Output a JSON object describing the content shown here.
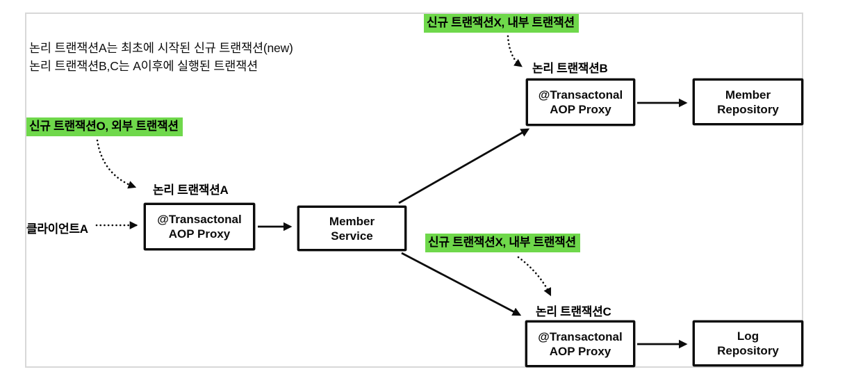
{
  "colors": {
    "highlight_green": "#6fd84b",
    "line_black": "#0c0c0c",
    "frame_gray": "#d8d8d8"
  },
  "notes": {
    "line1": "논리 트랜잭션A는 최초에 시작된 신규 트랜잭션(new)",
    "line2": "논리 트랜잭션B,C는 A이후에 실행된 트랜잭션"
  },
  "highlights": {
    "outer": "신규 트랜잭션O, 외부 트랜잭션",
    "inner_b": "신규 트랜잭션X, 내부 트랜잭션",
    "inner_c": "신규 트랜잭션X, 내부 트랜잭션"
  },
  "labels": {
    "client": "클라이언트A",
    "logical_a": "논리 트랜잭션A",
    "logical_b": "논리 트랜잭션B",
    "logical_c": "논리 트랜잭션C"
  },
  "boxes": {
    "aop_proxy_a": {
      "line1": "@Transactonal",
      "line2": "AOP Proxy"
    },
    "member_service": {
      "line1": "Member",
      "line2": "Service"
    },
    "aop_proxy_b": {
      "line1": "@Transactonal",
      "line2": "AOP Proxy"
    },
    "member_repository": {
      "line1": "Member",
      "line2": "Repository"
    },
    "aop_proxy_c": {
      "line1": "@Transactonal",
      "line2": "AOP Proxy"
    },
    "log_repository": {
      "line1": "Log",
      "line2": "Repository"
    }
  }
}
